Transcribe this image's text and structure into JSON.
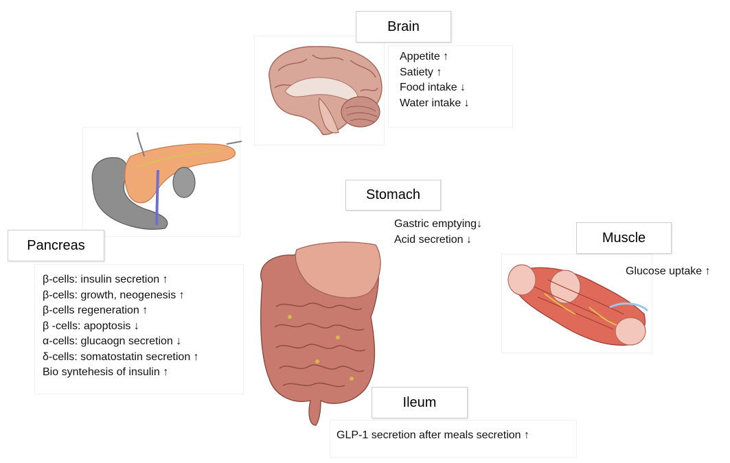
{
  "organs": {
    "brain": {
      "title": "Brain",
      "effects": [
        "Appetite ↑",
        "Satiety ↑",
        "Food intake ↓",
        "Water intake ↓"
      ]
    },
    "stomach": {
      "title": "Stomach",
      "effects": [
        "Gastric emptying↓",
        "Acid secretion ↓"
      ]
    },
    "muscle": {
      "title": "Muscle",
      "effects": [
        "Glucose uptake ↑"
      ]
    },
    "pancreas": {
      "title": "Pancreas",
      "effects": [
        "β-cells: insulin secretion ↑",
        "β-cells: growth,  neogenesis ↑",
        "β-cells regeneration ↑",
        "β -cells: apoptosis ↓",
        "α-cells: glucaogn secretion ↓",
        "δ-cells: somatostatin secretion ↑",
        "Bio syntehesis of insulin ↑"
      ]
    },
    "ileum": {
      "title": "Ileum",
      "effects": [
        "GLP-1 secretion after meals secretion ↑"
      ]
    }
  }
}
